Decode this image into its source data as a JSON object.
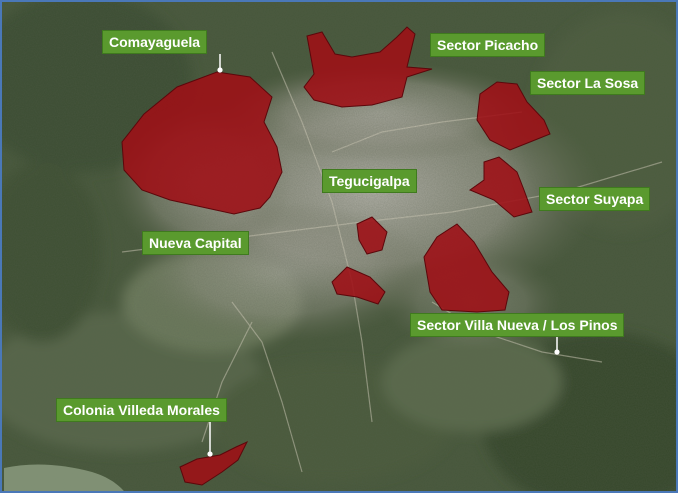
{
  "map": {
    "colors": {
      "zone_fill": "#9e0f16",
      "zone_stroke": "#5c070b",
      "label_bg": "#5a9a2e",
      "label_text": "#ffffff",
      "frame": "#4a78b8"
    },
    "labels": {
      "comayaguela": "Comayaguela",
      "picacho": "Sector Picacho",
      "la_sosa": "Sector La Sosa",
      "tegucigalpa": "Tegucigalpa",
      "suyapa": "Sector Suyapa",
      "nueva_capital": "Nueva Capital",
      "villa_nueva": "Sector Villa Nueva / Los Pinos",
      "villeda_morales": "Colonia Villeda Morales"
    }
  }
}
